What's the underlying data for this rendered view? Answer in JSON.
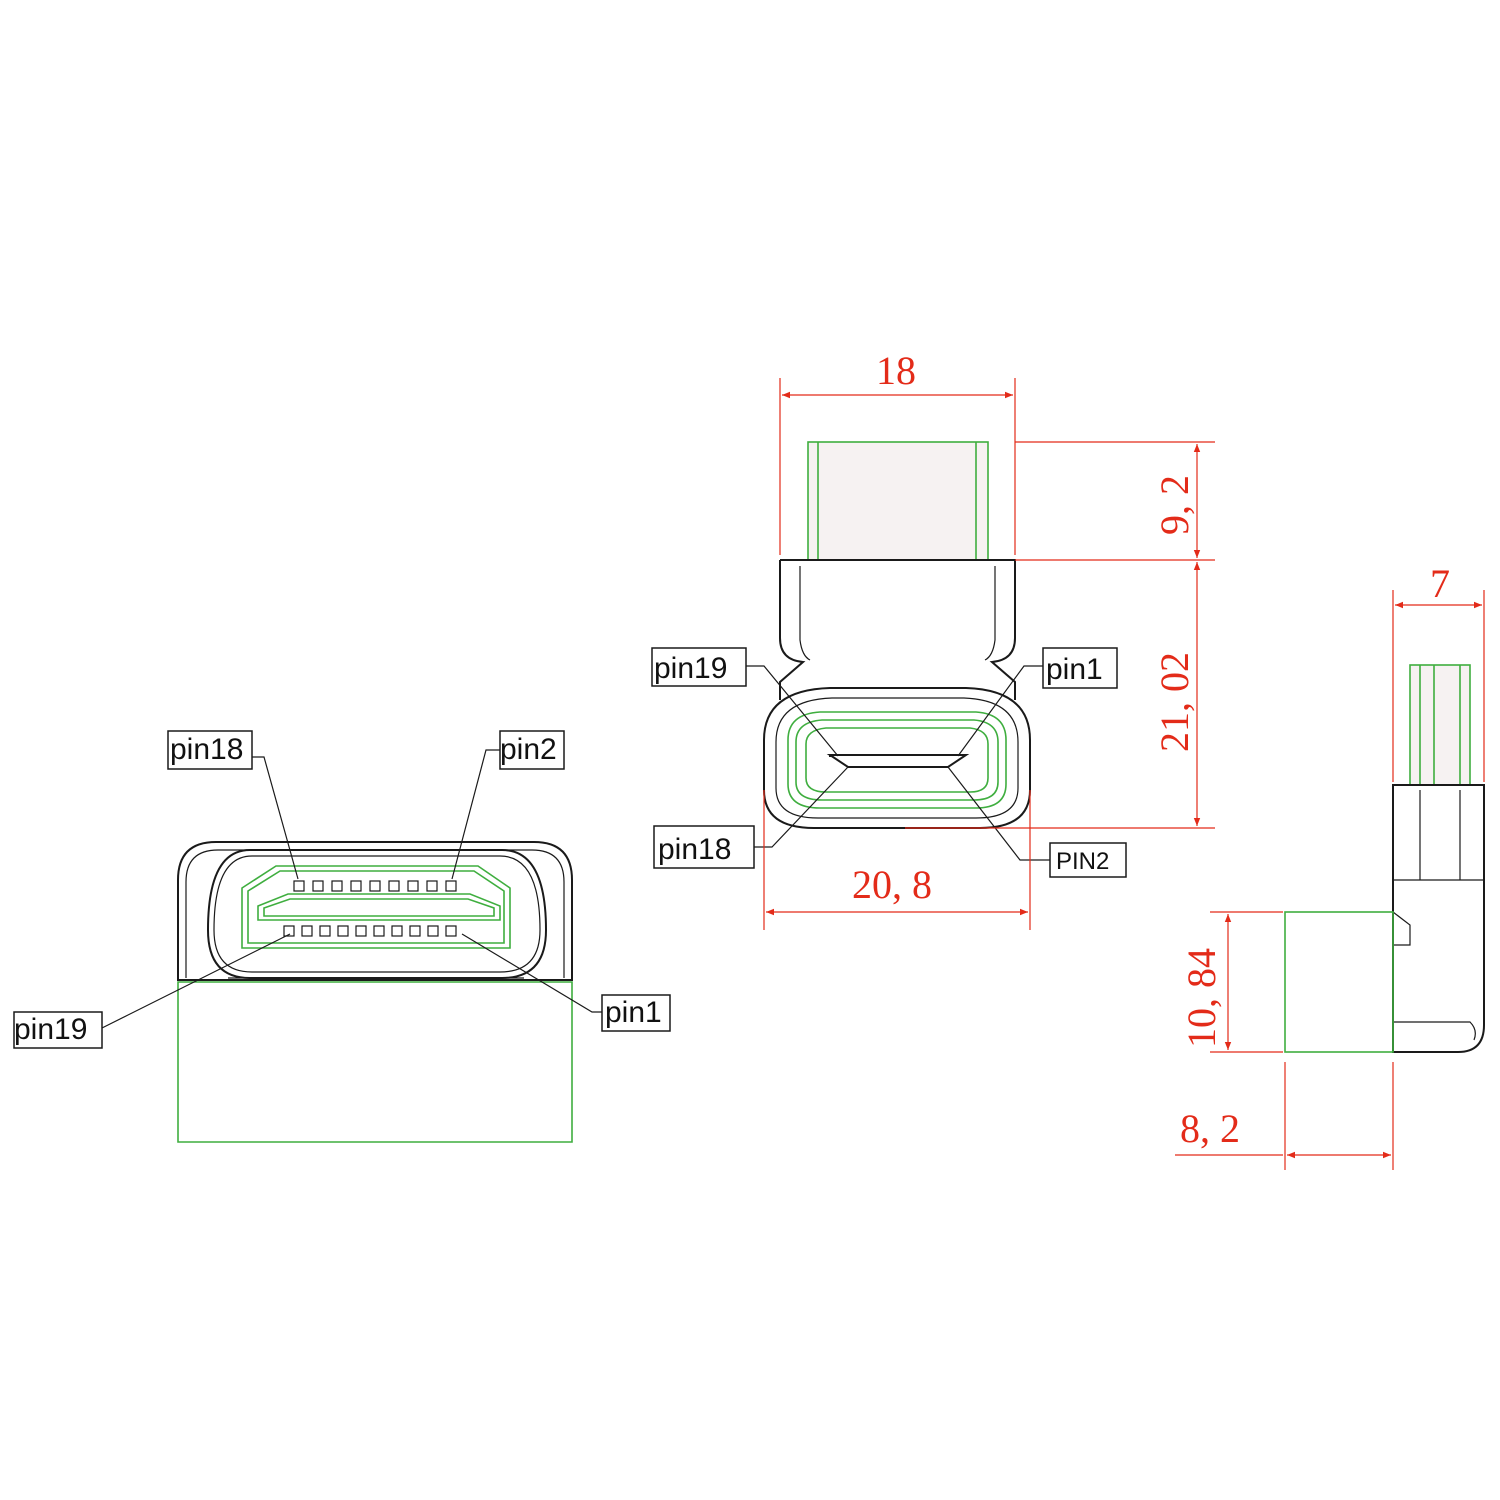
{
  "colors": {
    "outline": "#1a1a1a",
    "inner_outline": "#3fae3f",
    "dimension": "#e32b19"
  },
  "front_view": {
    "labels": {
      "pin18": "pin18",
      "pin2": "pin2",
      "pin19": "pin19",
      "pin1": "pin1"
    }
  },
  "top_view": {
    "labels": {
      "pin19": "pin19",
      "pin1": "pin1",
      "pin18": "pin18",
      "pin2": "PIN2"
    },
    "dimensions": {
      "plug_width": "18",
      "plug_length": "9, 2",
      "body_length": "21, 02",
      "body_width": "20, 8"
    }
  },
  "side_view": {
    "dimensions": {
      "plug_thickness": "7",
      "receptacle_height": "10, 84",
      "receptacle_depth": "8, 2"
    }
  }
}
